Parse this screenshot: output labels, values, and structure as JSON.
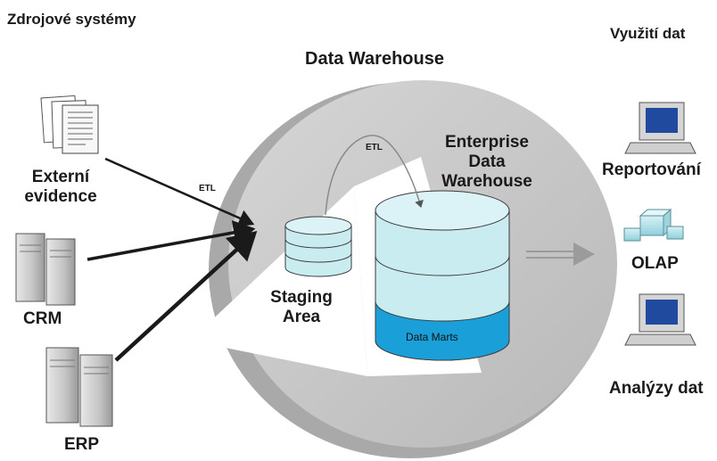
{
  "headers": {
    "sources": "Zdrojové systémy",
    "warehouse": "Data Warehouse",
    "usage": "Využití dat"
  },
  "sources": {
    "external": [
      "Externí",
      "evidence"
    ],
    "crm": "CRM",
    "erp": "ERP"
  },
  "etl": {
    "left": "ETL",
    "top": "ETL"
  },
  "staging": [
    "Staging",
    "Area"
  ],
  "edw": [
    "Enterprise",
    "Data",
    "Warehouse"
  ],
  "data_marts": "Data Marts",
  "outputs": {
    "reporting": "Reportování",
    "olap": "OLAP",
    "analysis": "Analýzy dat"
  },
  "colors": {
    "disk": "#c9c9c9",
    "disk_edge": "#a7a7a7",
    "cylinder_light": "#c9ecf0",
    "cylinder_top": "#dbf3f6",
    "data_marts": "#1a9fd8",
    "arrow": "#1a1a1a",
    "output_arrow": "#9b9b9b",
    "screen": "#1f4a9e"
  }
}
